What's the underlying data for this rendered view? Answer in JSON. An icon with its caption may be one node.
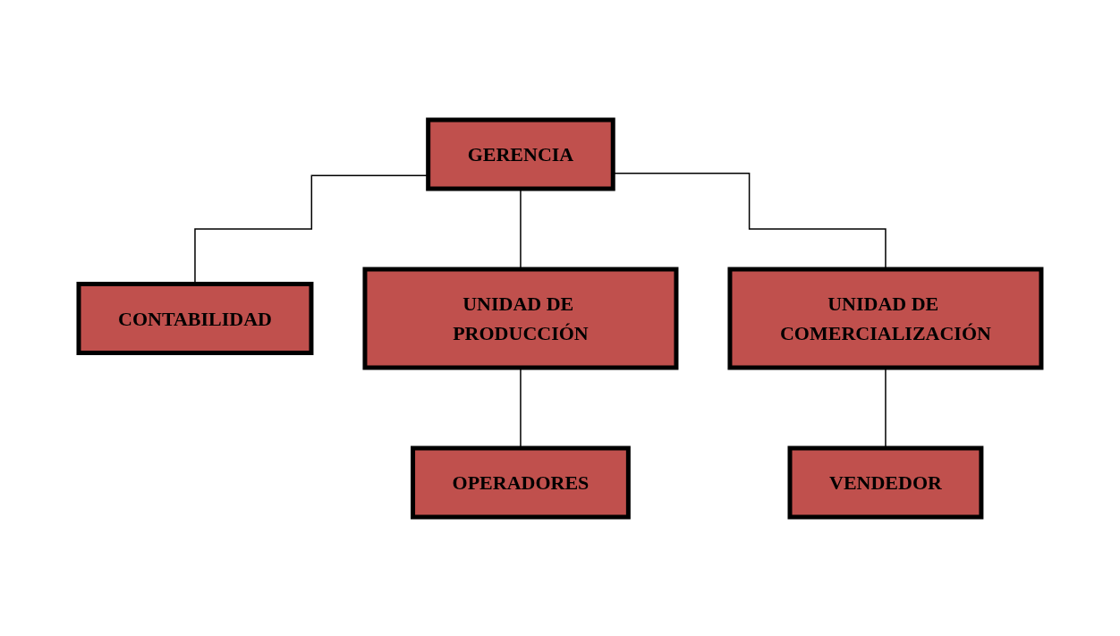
{
  "diagram": {
    "nodes": [
      {
        "text": [
          "GERENCIA"
        ]
      },
      {
        "text": [
          "CONTABILIDAD"
        ]
      },
      {
        "text": [
          "UNIDAD DE PRODUCCIÓN"
        ]
      },
      {
        "text": [
          "UNIDAD DE COMERCIALIZACIÓN"
        ]
      },
      {
        "text": [
          "OPERADORES"
        ]
      },
      {
        "text": [
          "VENDEDOR"
        ]
      }
    ],
    "edges": [
      {
        "from": 0,
        "to": 1,
        "arrow": "none"
      },
      {
        "from": 0,
        "to": 2,
        "arrow": "none"
      },
      {
        "from": 0,
        "to": 3,
        "arrow": "none"
      },
      {
        "from": 2,
        "to": 4,
        "arrow": "none"
      },
      {
        "from": 3,
        "to": 5,
        "arrow": "none"
      }
    ]
  }
}
